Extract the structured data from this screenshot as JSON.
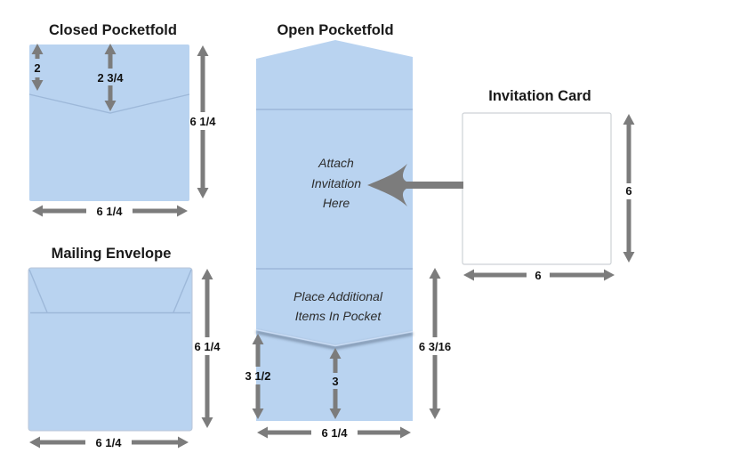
{
  "colors": {
    "paper_blue": "#B9D3F0",
    "fold_line": "#9DB8D9",
    "arrow_gray": "#7C7C7C",
    "card_white": "#FFFFFF",
    "card_border": "#CDD1D6",
    "pocket_shadow": "#56677F",
    "text_dark": "#1A1A1A"
  },
  "closed_pocketfold": {
    "title": "Closed Pocketfold",
    "dims": {
      "flap_height": "2",
      "flap_to_point": "2 3/4",
      "height": "6 1/4",
      "width": "6 1/4"
    }
  },
  "mailing_envelope": {
    "title": "Mailing Envelope",
    "dims": {
      "height": "6 1/4",
      "width": "6 1/4"
    }
  },
  "open_pocketfold": {
    "title": "Open Pocketfold",
    "attach_note": [
      "Attach",
      "Invitation",
      "Here"
    ],
    "pocket_note": [
      "Place Additional",
      "Items In Pocket"
    ],
    "dims": {
      "pocket_side_height": "3 1/2",
      "pocket_center_height": "3",
      "lower_panel_height": "6 3/16",
      "width": "6 1/4"
    }
  },
  "invitation_card": {
    "title": "Invitation Card",
    "dims": {
      "height": "6",
      "width": "6"
    }
  }
}
